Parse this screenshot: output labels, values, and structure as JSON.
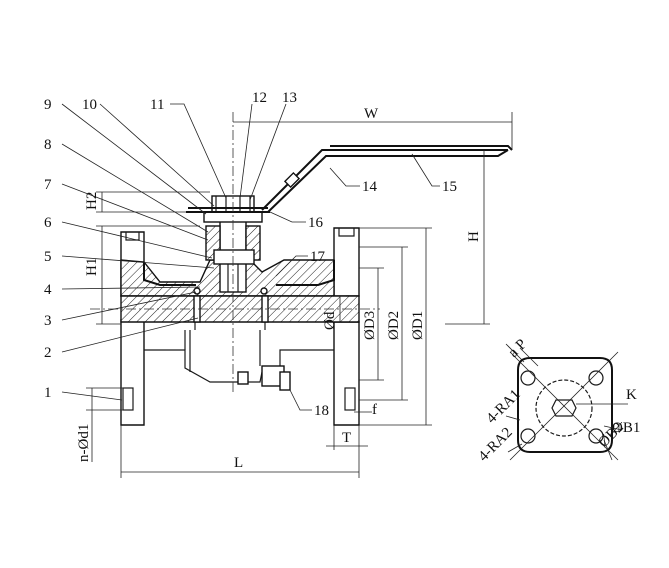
{
  "part_numbers": {
    "p1": "1",
    "p2": "2",
    "p3": "3",
    "p4": "4",
    "p5": "5",
    "p6": "6",
    "p7": "7",
    "p8": "8",
    "p9": "9",
    "p10": "10",
    "p11": "11",
    "p12": "12",
    "p13": "13",
    "p14": "14",
    "p15": "15",
    "p16": "16",
    "p17": "17",
    "p18": "18"
  },
  "dimensions": {
    "W": "W",
    "H": "H",
    "H1": "H1",
    "H2": "H2",
    "L": "L",
    "d": "Ød",
    "D1": "ØD1",
    "D2": "ØD2",
    "D3": "ØD3",
    "T": "T",
    "f": "f",
    "n_d1": "n-Ød1"
  },
  "detail_view": {
    "aP": "a P",
    "K": "K",
    "B1": "ØB1",
    "B2": "ØB2",
    "RA1": "4-RA1",
    "RA2": "4-RA2"
  }
}
